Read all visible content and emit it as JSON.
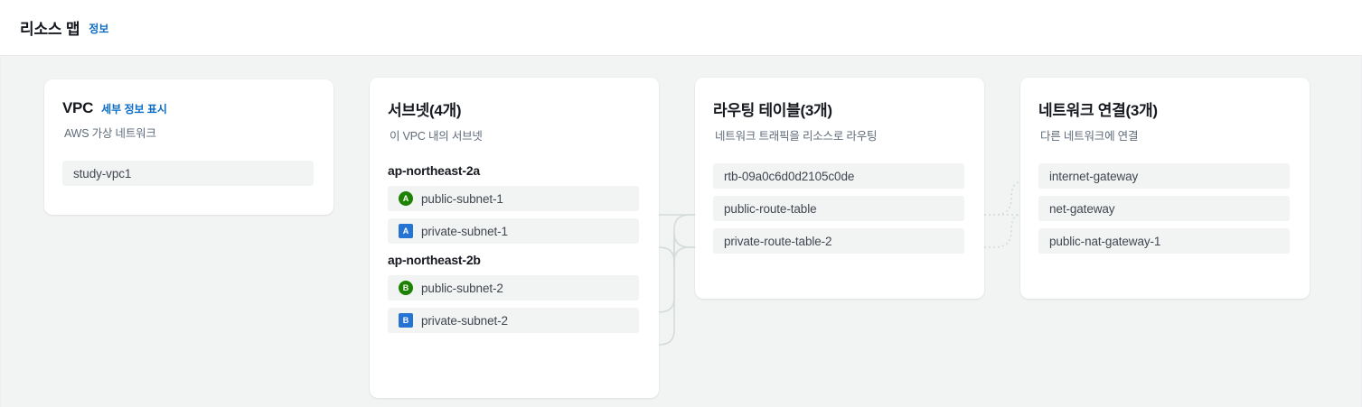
{
  "header": {
    "title": "리소스 맵",
    "info_label": "정보"
  },
  "cards": {
    "vpc": {
      "title": "VPC",
      "detail_link": "세부 정보 표시",
      "subtitle": "AWS 가상 네트워크",
      "items": [
        {
          "label": "study-vpc1"
        }
      ]
    },
    "subnets": {
      "title": "서브넷(4개)",
      "subtitle": "이 VPC 내의 서브넷",
      "groups": [
        {
          "az": "ap-northeast-2a",
          "items": [
            {
              "label": "public-subnet-1",
              "badge": "A",
              "badge_type": "public"
            },
            {
              "label": "private-subnet-1",
              "badge": "A",
              "badge_type": "private"
            }
          ]
        },
        {
          "az": "ap-northeast-2b",
          "items": [
            {
              "label": "public-subnet-2",
              "badge": "B",
              "badge_type": "public"
            },
            {
              "label": "private-subnet-2",
              "badge": "B",
              "badge_type": "private"
            }
          ]
        }
      ]
    },
    "route_tables": {
      "title": "라우팅 테이블(3개)",
      "subtitle": "네트워크 트래픽을 리소스로 라우팅",
      "items": [
        {
          "label": "rtb-09a0c6d0d2105c0de"
        },
        {
          "label": "public-route-table"
        },
        {
          "label": "private-route-table-2"
        }
      ]
    },
    "network_connections": {
      "title": "네트워크 연결(3개)",
      "subtitle": "다른 네트워크에 연결",
      "items": [
        {
          "label": "internet-gateway"
        },
        {
          "label": "net-gateway"
        },
        {
          "label": "public-nat-gateway-1"
        }
      ]
    }
  },
  "colors": {
    "link": "#0a6cc4",
    "badge_public": "#1d8102",
    "badge_private": "#2574d4",
    "item_background": "#f2f3f3",
    "body_background": "#f2f3f3",
    "connector": "#d5dbdb"
  }
}
